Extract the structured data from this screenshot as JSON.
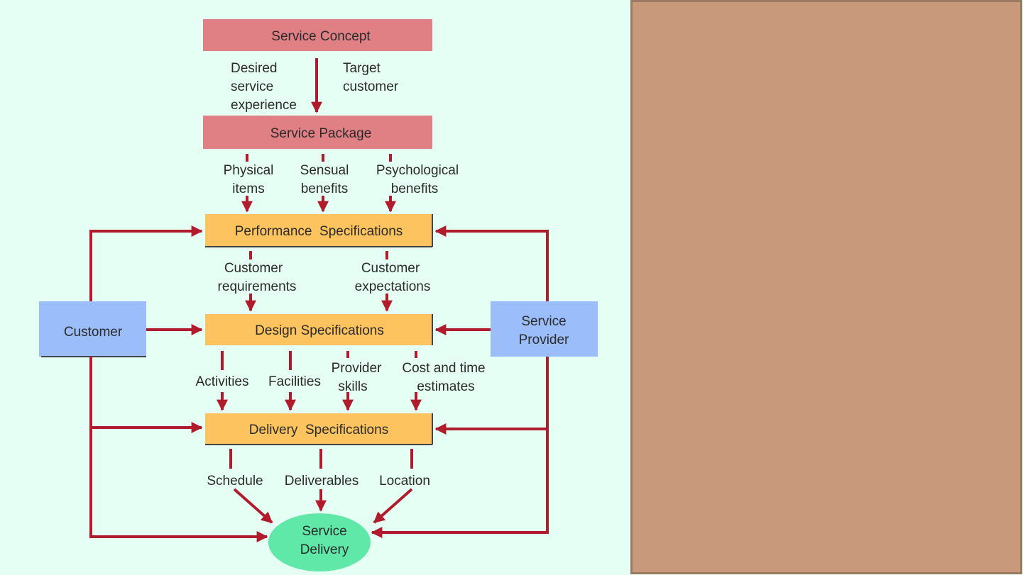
{
  "diagram": {
    "service_concept": "Service Concept",
    "concept_labels": {
      "left": [
        "Desired",
        "service",
        "experience"
      ],
      "right": [
        "Target",
        "customer"
      ]
    },
    "service_package": "Service Package",
    "package_labels": [
      [
        "Physical",
        "items"
      ],
      [
        "Sensual",
        "benefits"
      ],
      [
        "Psychological",
        "benefits"
      ]
    ],
    "performance_specifications": "Performance  Specifications",
    "performance_labels": [
      [
        "Customer",
        "requirements"
      ],
      [
        "Customer",
        "expectations"
      ]
    ],
    "design_specifications": "Design Specifications",
    "design_labels": [
      [
        "Activities"
      ],
      [
        "Facilities"
      ],
      [
        "Provider",
        "skills"
      ],
      [
        "Cost and time",
        "estimates"
      ]
    ],
    "delivery_specifications": "Delivery  Specifications",
    "delivery_labels": [
      "Schedule",
      "Deliverables",
      "Location"
    ],
    "customer": "Customer",
    "service_provider": [
      "Service",
      "Provider"
    ],
    "service_delivery": [
      "Service",
      "Delivery"
    ]
  },
  "colors": {
    "background": "#e6fff4",
    "concept_box": "#e07f84",
    "spec_box": "#fdc35f",
    "actor_box": "#9bbdf9",
    "delivery_ellipse": "#60e8a8",
    "arrow": "#b01c2c",
    "side_panel": "#c9997c"
  }
}
